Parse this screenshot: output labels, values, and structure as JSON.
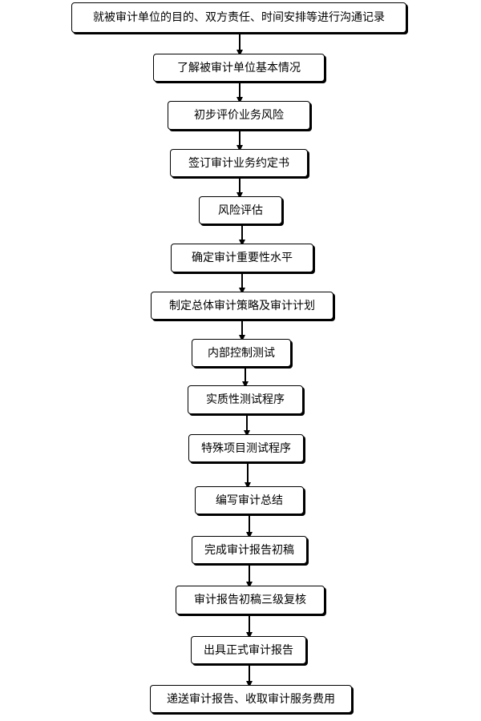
{
  "flowchart": {
    "steps": [
      "就被审计单位的目的、双方责任、时间安排等进行沟通记录",
      "了解被审计单位基本情况",
      "初步评价业务风险",
      "签订审计业务约定书",
      "风险评估",
      "确定审计重要性水平",
      "制定总体审计策略及审计计划",
      "内部控制测试",
      "实质性测试程序",
      "特殊项目测试程序",
      "编写审计总结",
      "完成审计报告初稿",
      "审计报告初稿三级复核",
      "出具正式审计报告",
      "递送审计报告、收取审计服务费用"
    ]
  }
}
